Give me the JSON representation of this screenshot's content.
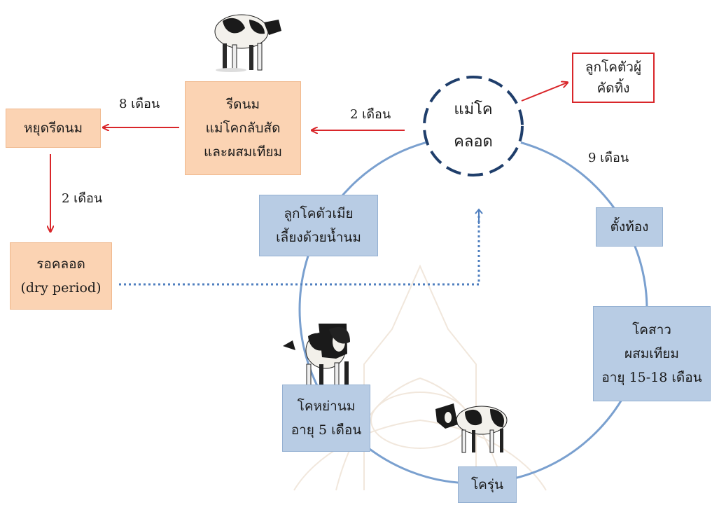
{
  "nodes": {
    "stop_milking": "หยุดรีดนม",
    "milking": [
      "รีดนม",
      "แม่โคกลับสัด",
      "และผสมเทียม"
    ],
    "waiting_calving": [
      "รอคลอด",
      "(dry period)"
    ],
    "mother_calving": [
      "แม่โค",
      "คลอด"
    ],
    "male_culled": [
      "ลูกโคตัวผู้",
      "คัดทิ้ง"
    ],
    "female_calf": [
      "ลูกโคตัวเมีย",
      "เลี้ยงด้วยน้ำนม"
    ],
    "pregnant": "ตั้งท้อง",
    "heifer": [
      "โคสาว",
      "ผสมเทียม",
      "อายุ 15-18 เดือน"
    ],
    "weaned": [
      "โคหย่านม",
      "อายุ 5 เดือน"
    ],
    "young": "โครุ่น"
  },
  "labels": {
    "eight_months": "8 เดือน",
    "two_months_a": "2 เดือน",
    "two_months_b": "2 เดือน",
    "nine_months": "9 เดือน"
  },
  "colors": {
    "peach_fill": "#fbd3b3",
    "blue_fill": "#b8cce4",
    "red_arrow": "#d9262a",
    "cycle_line": "#7aa0cf",
    "dashed_circle": "#1f3e6b",
    "dotted_line": "#4f7fbf"
  },
  "icons": [
    "cow-adult-icon",
    "cow-calves-icon",
    "cow-young-icon"
  ]
}
